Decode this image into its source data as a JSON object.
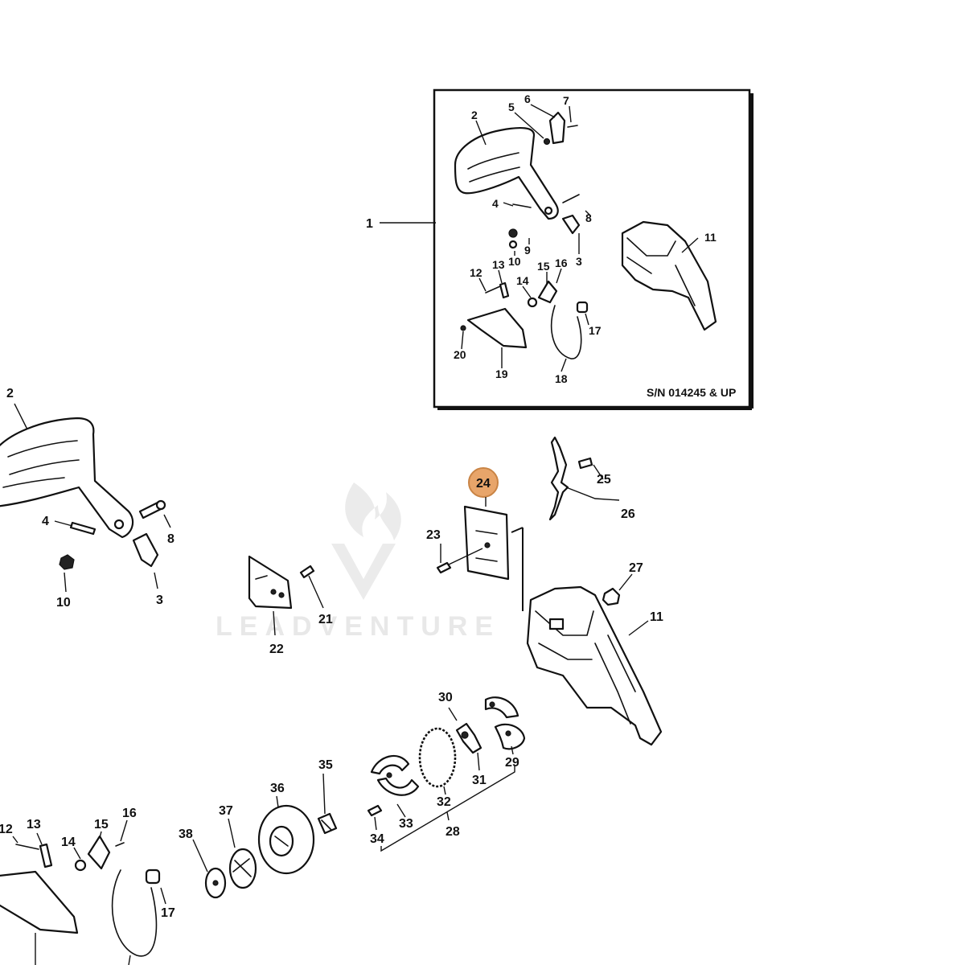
{
  "diagram": {
    "inset_serial": "S/N 014245 & UP",
    "watermark_text": "LEADVENTURE",
    "callout_highlight_color": "#e8a56a",
    "highlighted_callout": "24",
    "labels": {
      "inset": [
        "1",
        "2",
        "3",
        "4",
        "5",
        "6",
        "7",
        "8",
        "9",
        "10",
        "11",
        "12",
        "13",
        "14",
        "15",
        "16",
        "17",
        "18",
        "19",
        "20"
      ],
      "main": [
        "2",
        "4",
        "8",
        "10",
        "3",
        "21",
        "22",
        "23",
        "24",
        "25",
        "26",
        "27",
        "11",
        "30",
        "29",
        "31",
        "32",
        "28",
        "33",
        "34",
        "35",
        "36",
        "37",
        "38",
        "12",
        "13",
        "14",
        "15",
        "16",
        "17"
      ]
    }
  }
}
